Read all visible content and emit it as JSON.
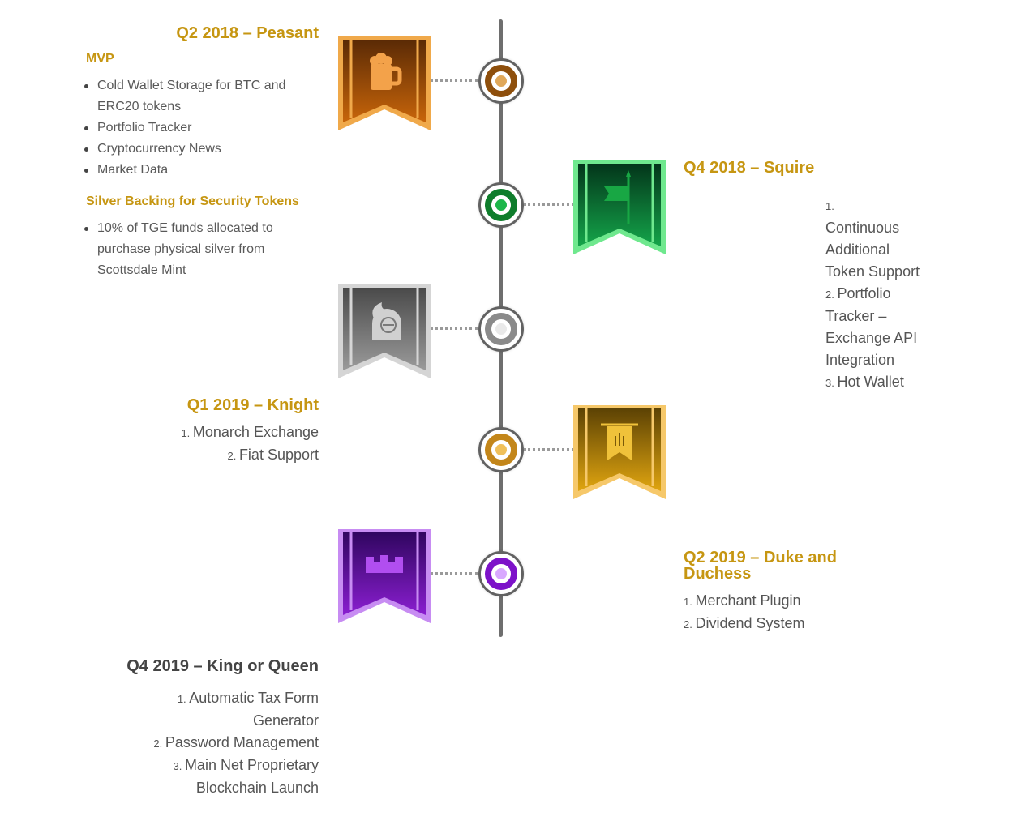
{
  "q2_2018": {
    "title": "Q2 2018 – Peasant",
    "mvp": {
      "heading": "MVP",
      "items": [
        "Cold Wallet Storage for BTC and ERC20 tokens",
        "Portfolio Tracker",
        "Cryptocurrency News",
        "Market Data"
      ]
    },
    "silver": {
      "heading": "Silver Backing for Security Tokens",
      "items": [
        "10% of TGE funds allocated to purchase physical silver from Scottsdale Mint"
      ]
    }
  },
  "q4_2018": {
    "title": "Q4 2018 – Squire",
    "items": [
      "Continuous Additional Token Support",
      "Portfolio Tracker – Exchange API Integration",
      "Hot Wallet"
    ]
  },
  "q1_2019": {
    "title": "Q1 2019 – Knight",
    "items": [
      "Monarch Exchange",
      "Fiat Support"
    ]
  },
  "q2_2019": {
    "title": "Q2 2019 – Duke and Duchess",
    "items": [
      "Merchant Plugin",
      "Dividend System"
    ]
  },
  "q4_2019": {
    "title": "Q4 2019 – King or Queen",
    "items": [
      "Automatic Tax Form Generator",
      "Password Management",
      "Main Net Proprietary Blockchain Launch"
    ]
  },
  "icons": {
    "peasant": "beer-mug-icon",
    "squire": "flag-icon",
    "knight": "knight-helmet-icon",
    "duke": "banner-icon",
    "king": "crown-icon"
  },
  "colors": {
    "accent_gold": "#c69612",
    "peasant": "#a8560a",
    "squire": "#0e8f33",
    "knight": "#8a8a8a",
    "duke": "#d49a10",
    "king": "#8a1ed0"
  }
}
